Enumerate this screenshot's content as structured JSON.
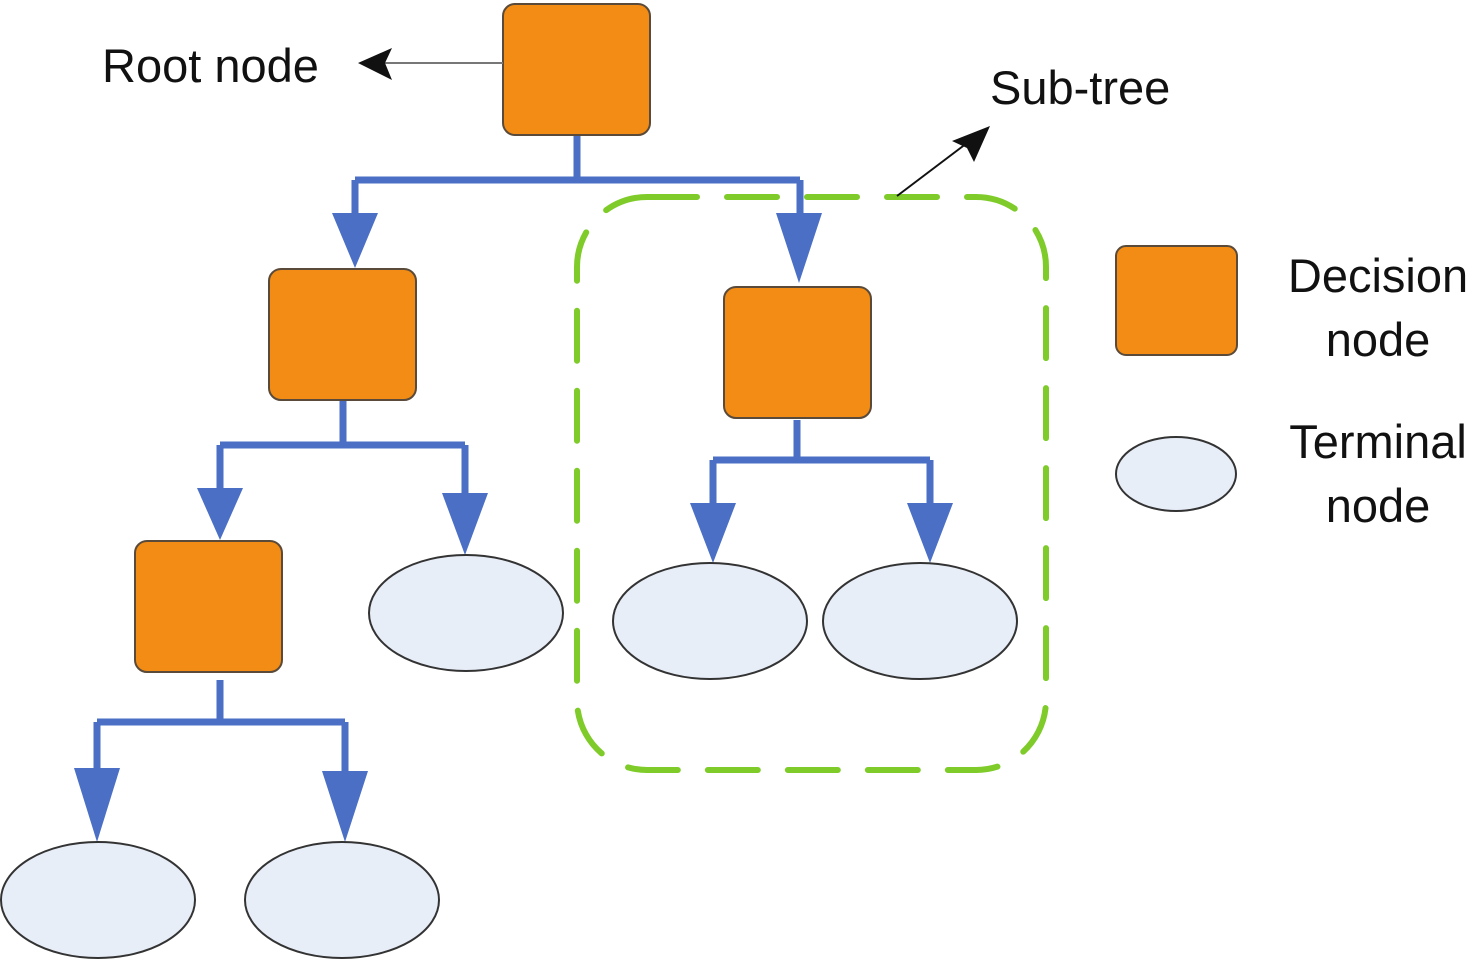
{
  "diagram": {
    "title": "Decision tree structure",
    "labels": {
      "root": "Root node",
      "subtree": "Sub-tree"
    },
    "legend": {
      "decision": [
        "Decision",
        "node"
      ],
      "terminal": [
        "Terminal",
        "node"
      ]
    },
    "colors": {
      "decision_fill": "#f28c14",
      "decision_stroke": "#5a4a3a",
      "terminal_fill": "#e8eef8",
      "terminal_stroke": "#333333",
      "edge": "#4a6fc4",
      "subtree_border": "#7ecb2a",
      "annotation_arrow": "#111111"
    },
    "nodes": [
      {
        "id": "root",
        "type": "decision"
      },
      {
        "id": "d1",
        "type": "decision",
        "parent": "root"
      },
      {
        "id": "d2",
        "type": "decision",
        "parent": "root",
        "in_subtree": true
      },
      {
        "id": "d3",
        "type": "decision",
        "parent": "d1"
      },
      {
        "id": "t1",
        "type": "terminal",
        "parent": "d1"
      },
      {
        "id": "t2",
        "type": "terminal",
        "parent": "d2",
        "in_subtree": true
      },
      {
        "id": "t3",
        "type": "terminal",
        "parent": "d2",
        "in_subtree": true
      },
      {
        "id": "t4",
        "type": "terminal",
        "parent": "d3"
      },
      {
        "id": "t5",
        "type": "terminal",
        "parent": "d3"
      }
    ]
  }
}
